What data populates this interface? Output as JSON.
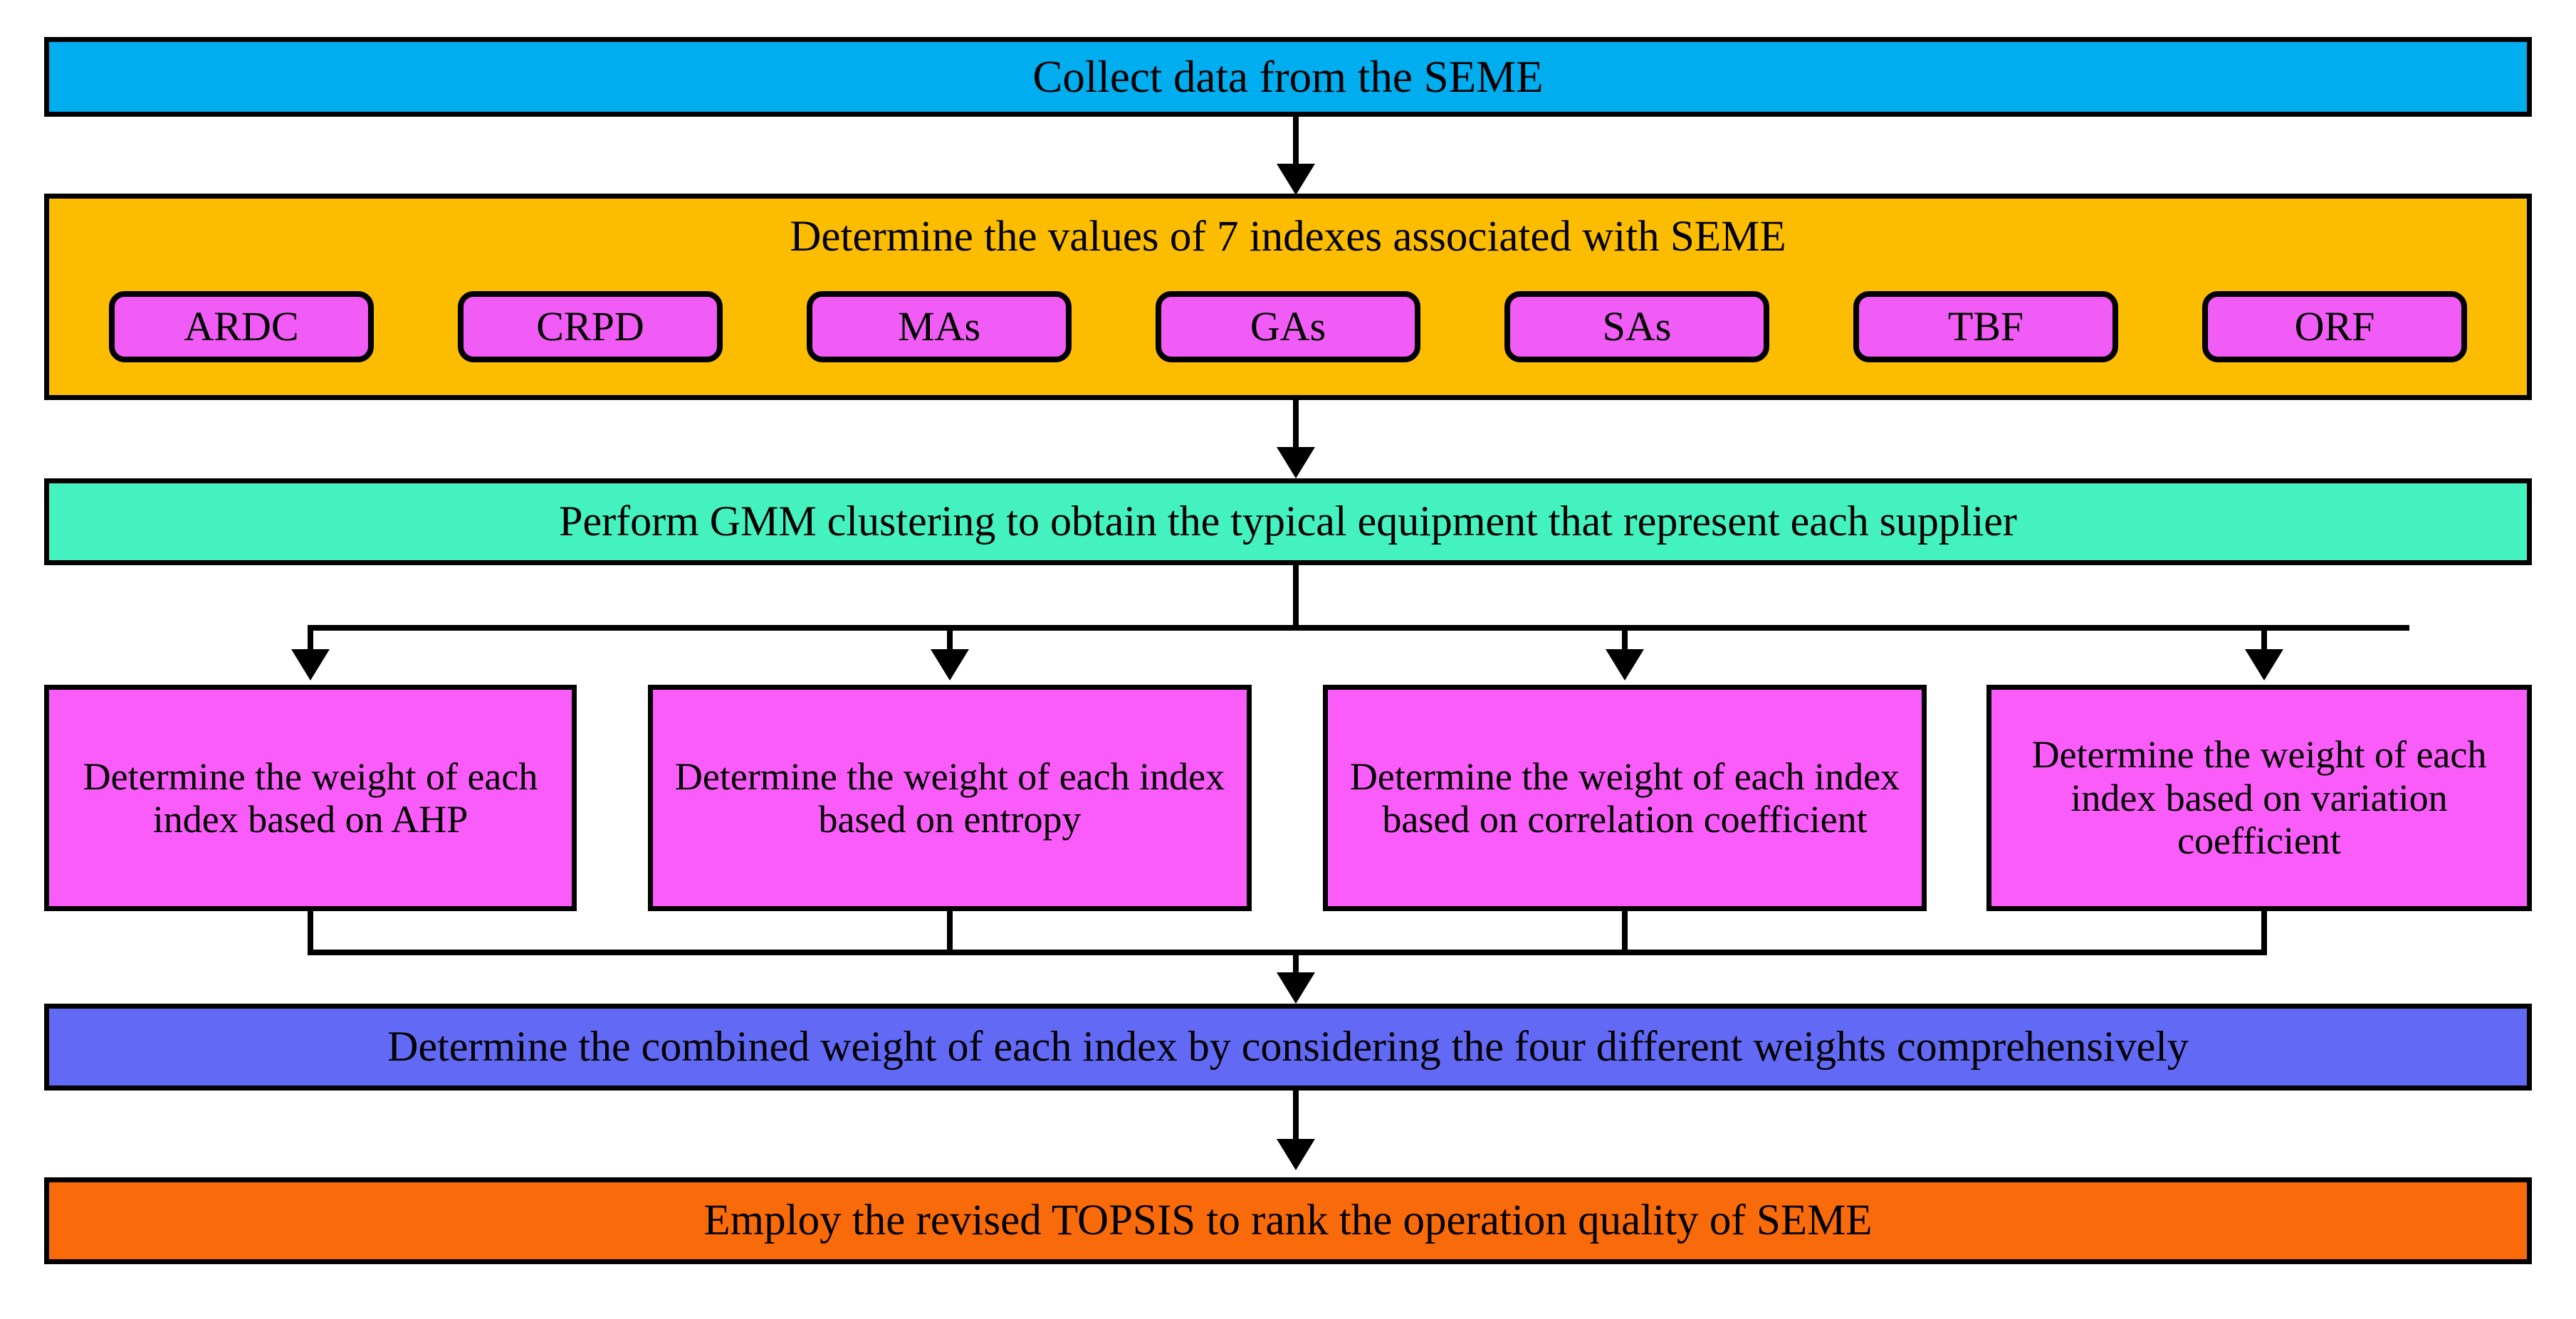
{
  "diagram": {
    "title": "SEME operation quality evaluation flowchart",
    "colors": {
      "collect": "#00AEEF",
      "indexes": "#FCBD00",
      "chip": "#F05CF5",
      "gmm": "#44F2C0",
      "weight_box": "#FA5CFA",
      "combined": "#6269F5",
      "topsis": "#F96A0B",
      "outline": "#000000",
      "background": "#FFFFFF"
    },
    "steps": {
      "collect": "Collect data from the SEME",
      "indexes_title": "Determine the values of 7 indexes associated with SEME",
      "gmm": "Perform GMM clustering to obtain the typical equipment that represent each supplier",
      "combined": "Determine the combined weight of each index by considering the four different weights comprehensively",
      "topsis": "Employ the revised TOPSIS to rank the operation quality of SEME"
    },
    "indexes": [
      {
        "label": "ARDC"
      },
      {
        "label": "CRPD"
      },
      {
        "label": "MAs"
      },
      {
        "label": "GAs"
      },
      {
        "label": "SAs"
      },
      {
        "label": "TBF"
      },
      {
        "label": "ORF"
      }
    ],
    "weight_methods": [
      {
        "label": "Determine the weight of each index based on AHP"
      },
      {
        "label": "Determine the weight of each index based on entropy"
      },
      {
        "label": "Determine the weight of each index based on correlation coefficient"
      },
      {
        "label": "Determine the weight of each index based on variation coefficient"
      }
    ]
  }
}
